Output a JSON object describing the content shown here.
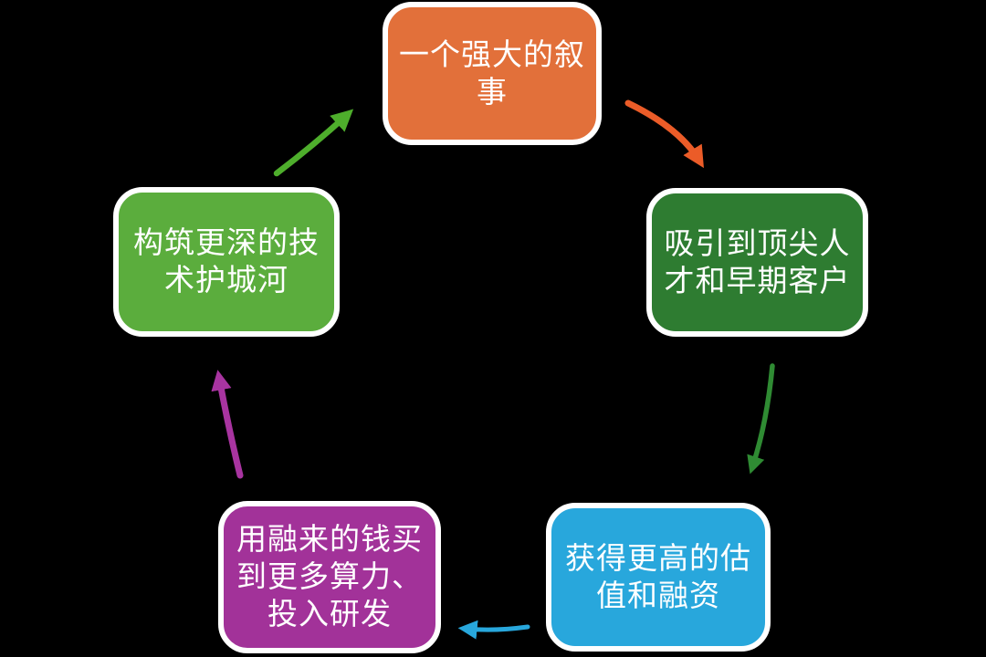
{
  "diagram": {
    "background_color": "#000000",
    "node_border_color": "#ffffff",
    "node_text_color": "#ffffff",
    "nodes": [
      {
        "id": "strong-narrative",
        "label": "一个强大的叙\n事",
        "color": "#E2703A"
      },
      {
        "id": "top-talent-early-customers",
        "label": "吸引到顶尖人\n才和早期客户",
        "color": "#2E7C31"
      },
      {
        "id": "higher-valuation-funding",
        "label": "获得更高的估\n值和融资",
        "color": "#28A7DC"
      },
      {
        "id": "buy-compute-invest-rd",
        "label": "用融来的钱买\n到更多算力、\n投入研发",
        "color": "#A23299"
      },
      {
        "id": "deeper-tech-moat",
        "label": "构筑更深的技\n术护城河",
        "color": "#5BAD3D"
      }
    ],
    "arrows": [
      {
        "from": "strong-narrative",
        "to": "top-talent-early-customers",
        "color": "#EB5C28"
      },
      {
        "from": "top-talent-early-customers",
        "to": "higher-valuation-funding",
        "color": "#2F8B33"
      },
      {
        "from": "higher-valuation-funding",
        "to": "buy-compute-invest-rd",
        "color": "#28A7DC"
      },
      {
        "from": "buy-compute-invest-rd",
        "to": "deeper-tech-moat",
        "color": "#A834A0"
      },
      {
        "from": "deeper-tech-moat",
        "to": "strong-narrative",
        "color": "#4EAE2C"
      }
    ]
  }
}
